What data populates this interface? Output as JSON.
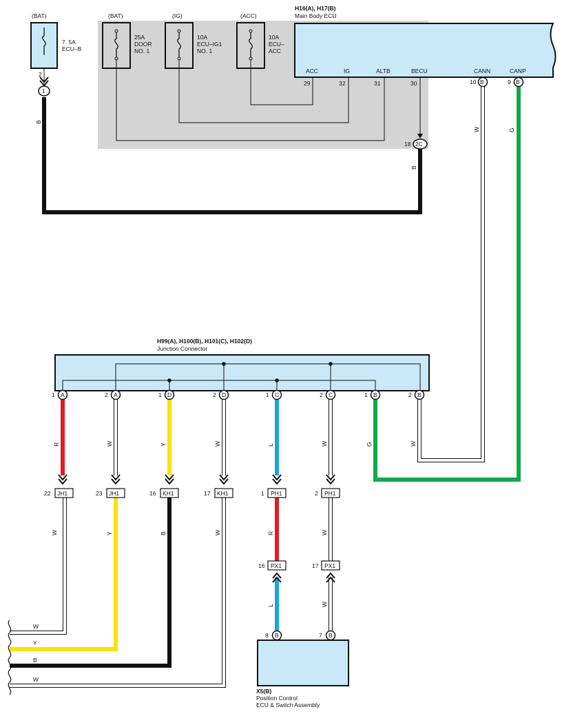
{
  "fuses": [
    {
      "source": "(BAT)",
      "rating": "7. 5A",
      "name": "ECU–B",
      "pin": "2",
      "connector": "1"
    },
    {
      "source": "(BAT)",
      "rating": "25A",
      "name": "DOOR",
      "name2": "NO. 1"
    },
    {
      "source": "(IG)",
      "rating": "10A",
      "name": "ECU–IG1",
      "name2": "NO. 1"
    },
    {
      "source": "(ACC)",
      "rating": "10A",
      "name": "ECU–",
      "name2": "ACC"
    }
  ],
  "main_ecu": {
    "connectors": "H16(A), H17(B)",
    "title": "Main Body ECU",
    "terminals": [
      {
        "name": "ACC",
        "pin": "29"
      },
      {
        "name": "IG",
        "pin": "32"
      },
      {
        "name": "ALTB",
        "pin": "31"
      },
      {
        "name": "BECU",
        "pin": "30"
      },
      {
        "name": "CANN",
        "pin": "10",
        "conn": "B"
      },
      {
        "name": "CANP",
        "pin": "9",
        "conn": "B"
      }
    ]
  },
  "junction_2c": {
    "pin": "18",
    "label": "2C"
  },
  "wire_colors": {
    "B": "#111111",
    "W": "#ffffff",
    "G": "#10a84a",
    "R": "#e11c24",
    "Y": "#ffe000",
    "L": "#1ea3df"
  },
  "junction_connector": {
    "connectors": "H99(A), H100(B), H101(C), H102(D)",
    "title": "Junction Connector",
    "pins": [
      {
        "pin": "1",
        "conn": "A",
        "wire": "R"
      },
      {
        "pin": "2",
        "conn": "A",
        "wire": "W"
      },
      {
        "pin": "1",
        "conn": "D",
        "wire": "Y"
      },
      {
        "pin": "2",
        "conn": "D",
        "wire": "W"
      },
      {
        "pin": "1",
        "conn": "C",
        "wire": "L"
      },
      {
        "pin": "2",
        "conn": "C",
        "wire": "W"
      },
      {
        "pin": "1",
        "conn": "B",
        "wire": "G"
      },
      {
        "pin": "2",
        "conn": "B",
        "wire": "W"
      }
    ]
  },
  "inline_connectors": [
    {
      "pin": "22",
      "name": "JH1",
      "wire": "W"
    },
    {
      "pin": "23",
      "name": "JH1",
      "wire": "Y"
    },
    {
      "pin": "16",
      "name": "KH1",
      "wire": "B"
    },
    {
      "pin": "17",
      "name": "KH1",
      "wire": "W"
    },
    {
      "pin": "1",
      "name": "PH1",
      "wire": "R"
    },
    {
      "pin": "2",
      "name": "PH1",
      "wire": "W"
    }
  ],
  "px_connectors": [
    {
      "pin": "16",
      "name": "PX1",
      "wire": "L"
    },
    {
      "pin": "17",
      "name": "PX1",
      "wire": "W"
    }
  ],
  "x5": {
    "connector": "X5(B)",
    "line1": "Position Control",
    "line2": "ECU & Switch Assembly",
    "pins": [
      {
        "pin": "8",
        "conn": "B"
      },
      {
        "pin": "7",
        "conn": "B"
      }
    ]
  },
  "left_wires": [
    "W",
    "Y",
    "B",
    "W"
  ],
  "wire_labels": {
    "b": "B",
    "w": "W",
    "g": "G",
    "r": "R",
    "y": "Y",
    "l": "L"
  }
}
